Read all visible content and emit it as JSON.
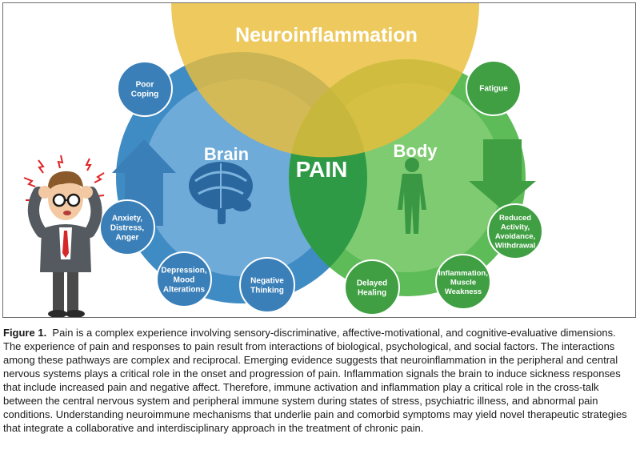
{
  "diagram": {
    "top_label": "Neuroinflammation",
    "center_label": "PAIN",
    "left_label": "Brain",
    "right_label": "Body",
    "left_nodes": [
      {
        "lines": [
          "Poor",
          "Coping"
        ]
      },
      {
        "lines": [
          "Anxiety,",
          "Distress,",
          "Anger"
        ]
      },
      {
        "lines": [
          "Depression,",
          "Mood",
          "Alterations"
        ]
      },
      {
        "lines": [
          "Negative",
          "Thinking"
        ]
      }
    ],
    "right_nodes": [
      {
        "lines": [
          "Fatigue"
        ]
      },
      {
        "lines": [
          "Reduced",
          "Activity,",
          "Avoidance,",
          "Withdrawal"
        ]
      },
      {
        "lines": [
          "Inflammation,",
          "Muscle",
          "Weakness"
        ]
      },
      {
        "lines": [
          "Delayed",
          "Healing"
        ]
      }
    ],
    "colors": {
      "neuro": "#e9bd3b",
      "brain": "#3f8cc4",
      "body": "#4fb64a",
      "node_blue": "#3a7fb8",
      "node_green": "#3f9f42"
    }
  },
  "caption": {
    "label": "Figure 1.",
    "text": "Pain is a complex experience involving sensory-discriminative, affective-motivational, and cognitive-evaluative dimensions. The experience of pain and responses to pain result from interactions of biological, psychological, and social factors. The interactions among these pathways are complex and reciprocal. Emerging evidence suggests that neuroinflammation in the peripheral and central nervous systems plays a critical role in the onset and progression of pain. Inflammation signals the brain to induce sickness responses that include increased pain and negative affect. Therefore, immune activation and inflammation play a critical role in the cross-talk between the central nervous system and peripheral immune system during states of stress, psychiatric illness, and abnormal pain conditions. Understanding neuroimmune mechanisms that underlie pain and comorbid symptoms may yield novel therapeutic strategies that integrate a collaborative and interdisciplinary approach in the treatment of chronic pain."
  }
}
